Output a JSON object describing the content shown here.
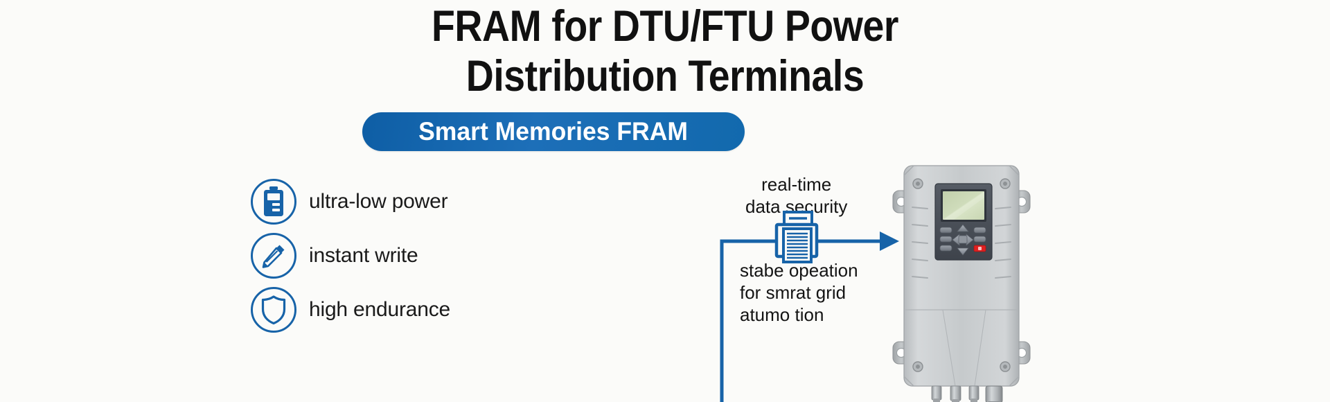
{
  "page": {
    "background_color": "#fbfbf9",
    "accent_color": "#1763a8",
    "title_color": "#111111"
  },
  "title": {
    "line1": "FRAM for DTU/FTU Power",
    "line2": "Distribution Terminals"
  },
  "badge": {
    "label": "Smart Memories FRAM",
    "background_color": "#1269ad",
    "text_color": "#ffffff"
  },
  "features": [
    {
      "icon": "battery-icon",
      "label": "ultra-low power"
    },
    {
      "icon": "pencil-icon",
      "label": "instant write"
    },
    {
      "icon": "shield-icon",
      "label": "high endurance"
    }
  ],
  "diagram": {
    "annotation_top": {
      "line1": "real-time",
      "line2": "data security"
    },
    "annotation_bottom": {
      "line1": "stabe opeation",
      "line2": "for smrat grid",
      "line3": "atumo tion"
    },
    "flow_icon": "documents-stack-icon",
    "flow_color": "#1763a8",
    "arrow_direction": "right"
  },
  "device": {
    "name": "dtu-ftu-power-distribution-terminal",
    "display": "lcd-screen",
    "body_color": "#c9ccce",
    "panel_color": "#4a4f57",
    "screen_color": "#c9d7b4",
    "alarm_button_color": "#e02020",
    "keypad": {
      "left_buttons": [
        "button-1",
        "button-2",
        "button-3"
      ],
      "right_buttons": [
        "button-4",
        "button-5",
        "alarm-button"
      ],
      "dpad": [
        "up",
        "left",
        "center",
        "right",
        "down"
      ]
    },
    "connectors": [
      "gland-1",
      "gland-2",
      "gland-3",
      "gland-4"
    ]
  }
}
